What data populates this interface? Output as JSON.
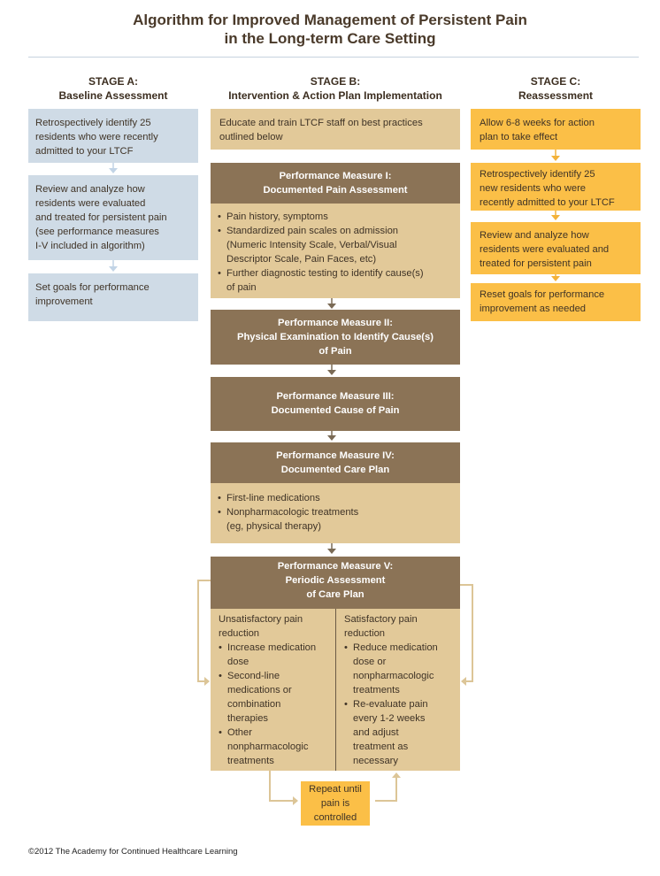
{
  "title": {
    "line1": "Algorithm for Improved Management of Persistent Pain",
    "line2": "in the Long-term Care Setting"
  },
  "stages": {
    "a": {
      "label": "STAGE A:",
      "name": "Baseline Assessment"
    },
    "b": {
      "label": "STAGE B:",
      "name": "Intervention & Action Plan Implementation"
    },
    "c": {
      "label": "STAGE C:",
      "name": "Reassessment"
    }
  },
  "stage_a": {
    "box1": [
      "Retrospectively identify 25",
      "residents who were recently",
      "admitted to your LTCF"
    ],
    "box2": [
      "Review and analyze how",
      "residents were evaluated",
      "and treated for persistent pain",
      "(see performance measures",
      "I-V included in algorithm)"
    ],
    "box3": [
      "Set goals for performance",
      "improvement"
    ]
  },
  "stage_b": {
    "educate": [
      "Educate and train LTCF staff on best practices",
      "outlined below"
    ],
    "pm1": {
      "title": [
        "Performance Measure I:",
        "Documented Pain Assessment"
      ],
      "bullets": [
        [
          "Pain history, symptoms"
        ],
        [
          "Standardized pain scales on admission",
          "(Numeric Intensity Scale, Verbal/Visual",
          "Descriptor Scale, Pain Faces, etc)"
        ],
        [
          "Further diagnostic testing to identify cause(s)",
          "of pain"
        ]
      ]
    },
    "pm2": {
      "title": [
        "Performance Measure II:",
        "Physical Examination to Identify Cause(s)",
        "of Pain"
      ]
    },
    "pm3": {
      "title": [
        "Performance Measure III:",
        "Documented Cause of Pain"
      ]
    },
    "pm4": {
      "title": [
        "Performance Measure IV:",
        "Documented Care Plan"
      ],
      "bullets": [
        [
          "First-line medications"
        ],
        [
          "Nonpharmacologic treatments",
          "(eg, physical therapy)"
        ]
      ]
    },
    "pm5": {
      "title": [
        "Performance Measure V:",
        "Periodic Assessment",
        "of Care Plan"
      ],
      "left": {
        "heading": [
          "Unsatisfactory pain",
          "reduction"
        ],
        "bullets": [
          [
            "Increase medication",
            "dose"
          ],
          [
            "Second-line",
            "medications or",
            "combination",
            "therapies"
          ],
          [
            "Other",
            "nonpharmacologic",
            "treatments"
          ]
        ]
      },
      "right": {
        "heading": [
          "Satisfactory pain",
          "reduction"
        ],
        "bullets": [
          [
            "Reduce medication",
            "dose or",
            "nonpharmacologic",
            "treatments"
          ],
          [
            "Re-evaluate pain",
            "every 1-2 weeks",
            "and adjust",
            "treatment as",
            "necessary"
          ]
        ]
      }
    },
    "repeat": [
      "Repeat until",
      "pain is",
      "controlled"
    ]
  },
  "stage_c": {
    "box1": [
      "Allow 6-8 weeks for action",
      "plan to take effect"
    ],
    "box2": [
      "Retrospectively identify 25",
      "new residents who were",
      "recently admitted to your LTCF"
    ],
    "box3": [
      "Review and analyze how",
      "residents were evaluated and",
      "treated for persistent pain"
    ],
    "box4": [
      "Reset goals for performance",
      "improvement as needed"
    ]
  },
  "footer": "©2012 The Academy for Continued Healthcare Learning",
  "colors": {
    "stage_a_fill": "#cfdbe6",
    "stage_a_arrow": "#c2d4e6",
    "stage_b_fill": "#e2c999",
    "stage_b_header": "#8b7356",
    "stage_c_fill": "#fbbf47",
    "stage_c_arrow": "#f3b23a",
    "loop_arrow": "#dcc597"
  }
}
